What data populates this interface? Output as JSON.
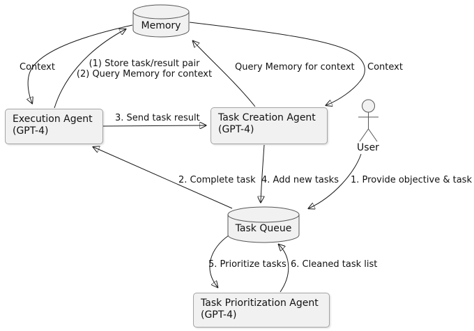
{
  "nodes": {
    "memory": {
      "label": "Memory"
    },
    "execution_agent": {
      "line1": "Execution Agent",
      "line2": "(GPT-4)"
    },
    "task_creation_agent": {
      "line1": "Task Creation Agent",
      "line2": "(GPT-4)"
    },
    "user": {
      "label": "User"
    },
    "task_queue": {
      "label": "Task Queue"
    },
    "task_prioritization_agent": {
      "line1": "Task Prioritization Agent",
      "line2": "(GPT-4)"
    }
  },
  "edges": {
    "memory_to_execution": {
      "label": "Context"
    },
    "execution_to_memory": {
      "line1": "(1) Store task/result pair",
      "line2": "(2) Query Memory for context"
    },
    "creation_to_memory": {
      "label": "Query Memory for context"
    },
    "memory_to_creation": {
      "label": "Context"
    },
    "execution_to_creation": {
      "label": "3. Send task result"
    },
    "queue_to_execution": {
      "label": "2. Complete task"
    },
    "creation_to_queue": {
      "label": "4. Add new tasks"
    },
    "user_to_queue": {
      "label": "1. Provide objective & task"
    },
    "queue_to_prioritization": {
      "label": "5. Prioritize tasks"
    },
    "prioritization_to_queue": {
      "label": "6. Cleaned task list"
    }
  },
  "colors": {
    "background": "#ffffff",
    "node_fill": "#f1f1f1",
    "box_border": "#a3a3a3",
    "shape_stroke": "#555555",
    "arrow": "#181818",
    "text": "#111111"
  }
}
